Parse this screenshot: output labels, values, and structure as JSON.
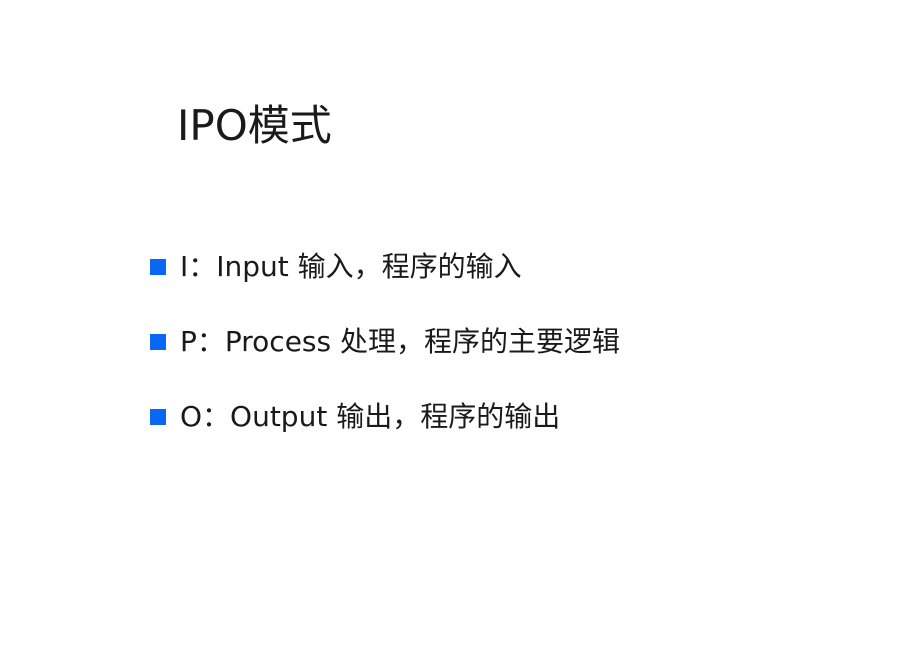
{
  "slide": {
    "title": "IPO模式",
    "bullet_color": "#0a66f5",
    "bullets": [
      {
        "text": "I：Input 输入，程序的输入"
      },
      {
        "text": "P：Process 处理，程序的主要逻辑"
      },
      {
        "text": "O：Output 输出，程序的输出"
      }
    ]
  }
}
